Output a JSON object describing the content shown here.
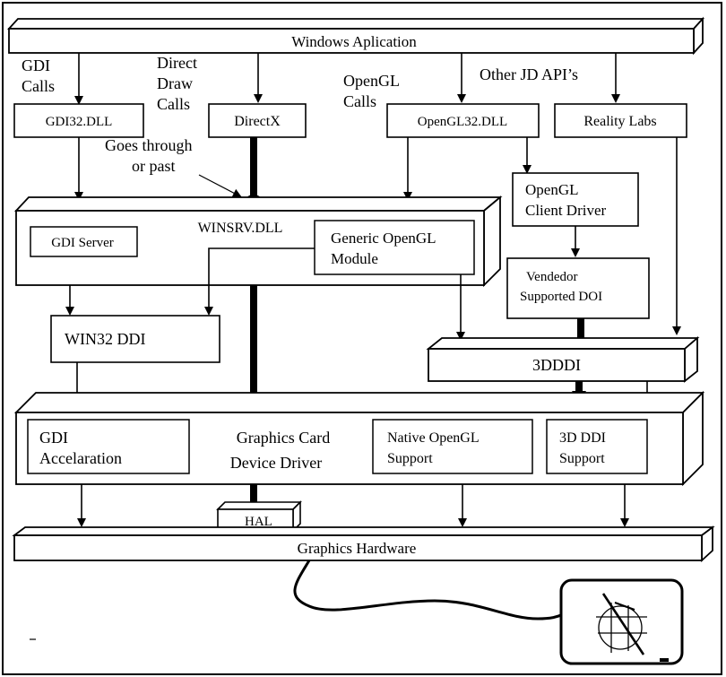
{
  "labels": {
    "windows_app": "Windows Aplication",
    "gdi_calls_1": "GDI",
    "gdi_calls_2": "Calls",
    "direct_draw_1": "Direct",
    "direct_draw_2": "Draw",
    "direct_draw_3": "Calls",
    "opengl_calls_1": "OpenGL",
    "opengl_calls_2": "Calls",
    "other_api": "Other JD API’s",
    "gdi32": "GDI32.DLL",
    "directx": "DirectX",
    "opengl32": "OpenGL32.DLL",
    "reality_labs": "Reality Labs",
    "goes_through_1": "Goes through",
    "goes_through_2": "or past",
    "winsrv": "WINSRV.DLL",
    "gdi_server": "GDI Server",
    "generic_opengl_1": "Generic OpenGL",
    "generic_opengl_2": "Module",
    "opengl_client_1": "OpenGL",
    "opengl_client_2": "Client Driver",
    "vendor_doi_1": "Vendedor",
    "vendor_doi_2": "Supported DOI",
    "win32_ddi": "WIN32 DDI",
    "ddi3d": "3DDDI",
    "gdi_accel_1": "GDI",
    "gdi_accel_2": "Accelaration",
    "graphics_card_1": "Graphics Card",
    "graphics_card_2": "Device Driver",
    "native_opengl_1": "Native OpenGL",
    "native_opengl_2": "Support",
    "ddi3d_support_1": "3D DDI",
    "ddi3d_support_2": "Support",
    "hal": "HAL",
    "graphics_hardware": "Graphics Hardware"
  }
}
